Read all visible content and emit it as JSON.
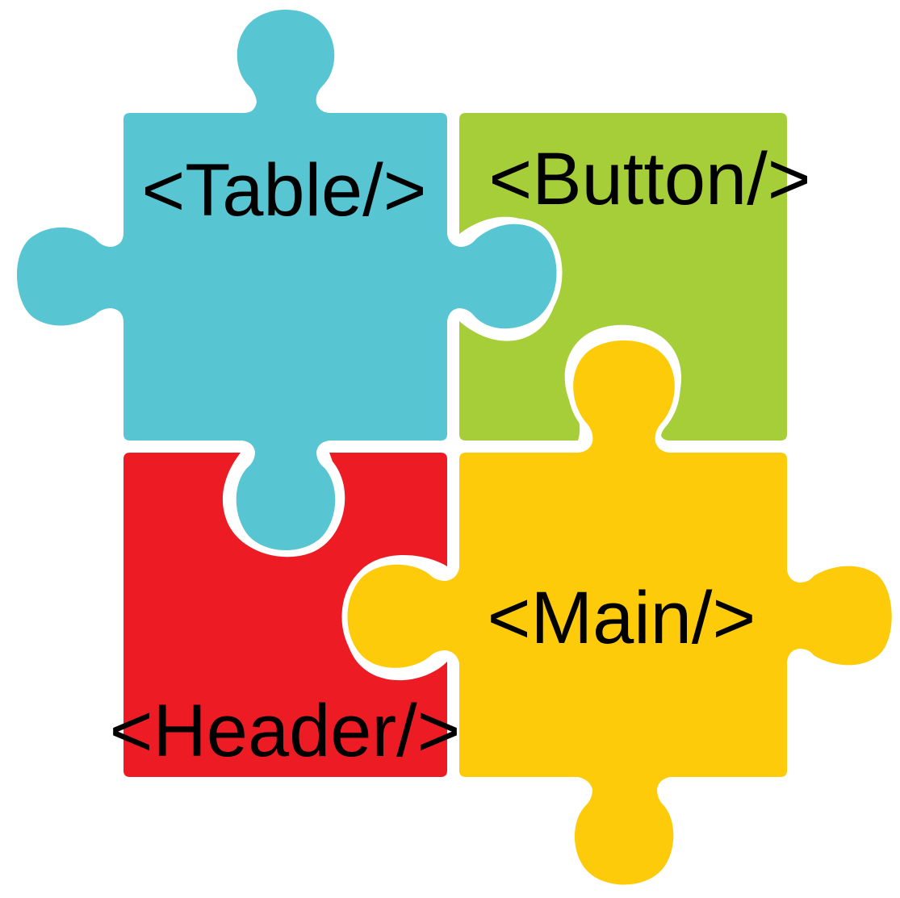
{
  "pieces": [
    {
      "id": "table",
      "label": "<Table/>",
      "color": "#57c5d2"
    },
    {
      "id": "button",
      "label": "<Button/>",
      "color": "#a6ce39"
    },
    {
      "id": "header",
      "label": "<Header/>",
      "color": "#ed1c24"
    },
    {
      "id": "main",
      "label": "<Main/>",
      "color": "#fecb0a"
    }
  ],
  "outline_color": "#ffffff"
}
